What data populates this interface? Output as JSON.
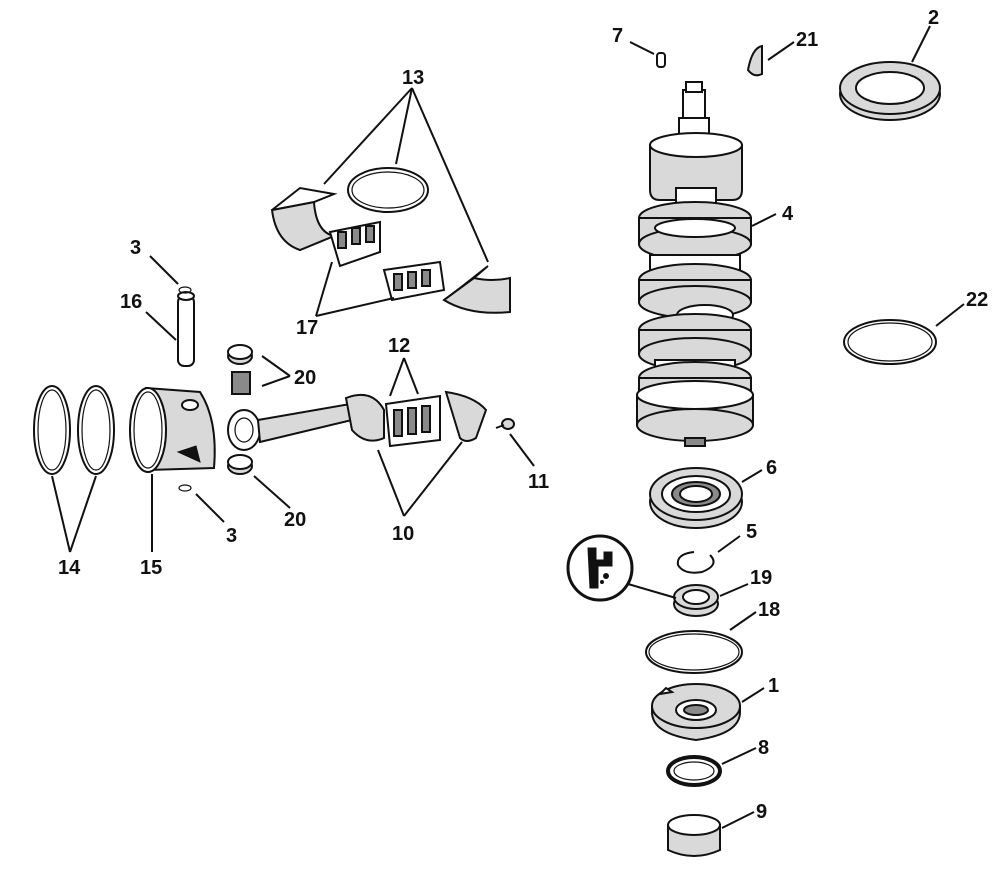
{
  "callouts": {
    "c1": "1",
    "c2": "2",
    "c3a": "3",
    "c3b": "3",
    "c4": "4",
    "c5": "5",
    "c6": "6",
    "c7": "7",
    "c8": "8",
    "c9": "9",
    "c10": "10",
    "c11": "11",
    "c12": "12",
    "c13": "13",
    "c14": "14",
    "c15": "15",
    "c16": "16",
    "c17": "17",
    "c18": "18",
    "c19": "19",
    "c20a": "20",
    "c20b": "20",
    "c21": "21",
    "c22": "22"
  }
}
